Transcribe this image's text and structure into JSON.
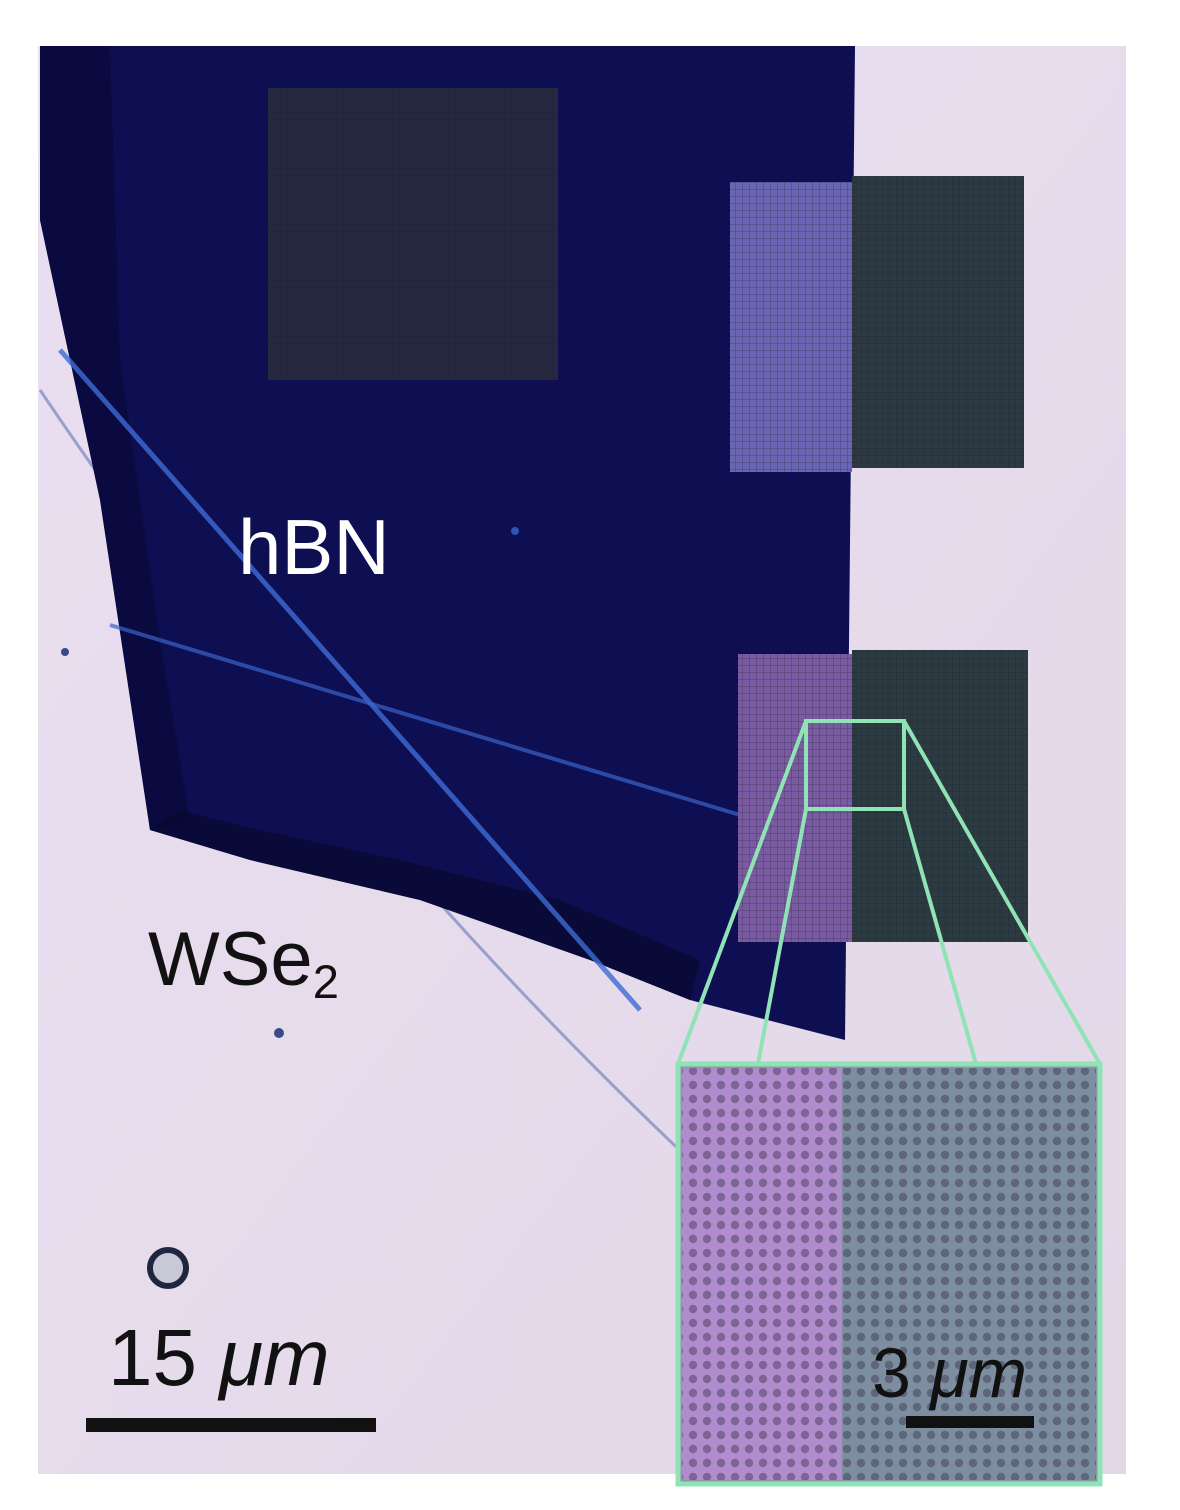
{
  "labels": {
    "hbn": "hBN",
    "wse2_base": "WSe",
    "wse2_sub": "2"
  },
  "scale_bars": {
    "main": {
      "number": "15 ",
      "unit": "μm"
    },
    "inset": {
      "number": "3 ",
      "unit": "μm"
    }
  },
  "colors": {
    "substrate": "#e6dceb",
    "hbn_flake": "#0e0f52",
    "inset_border": "#8fe3b4",
    "pink_pad": "#9a7db6",
    "dark_pad": "#2f3a45"
  }
}
